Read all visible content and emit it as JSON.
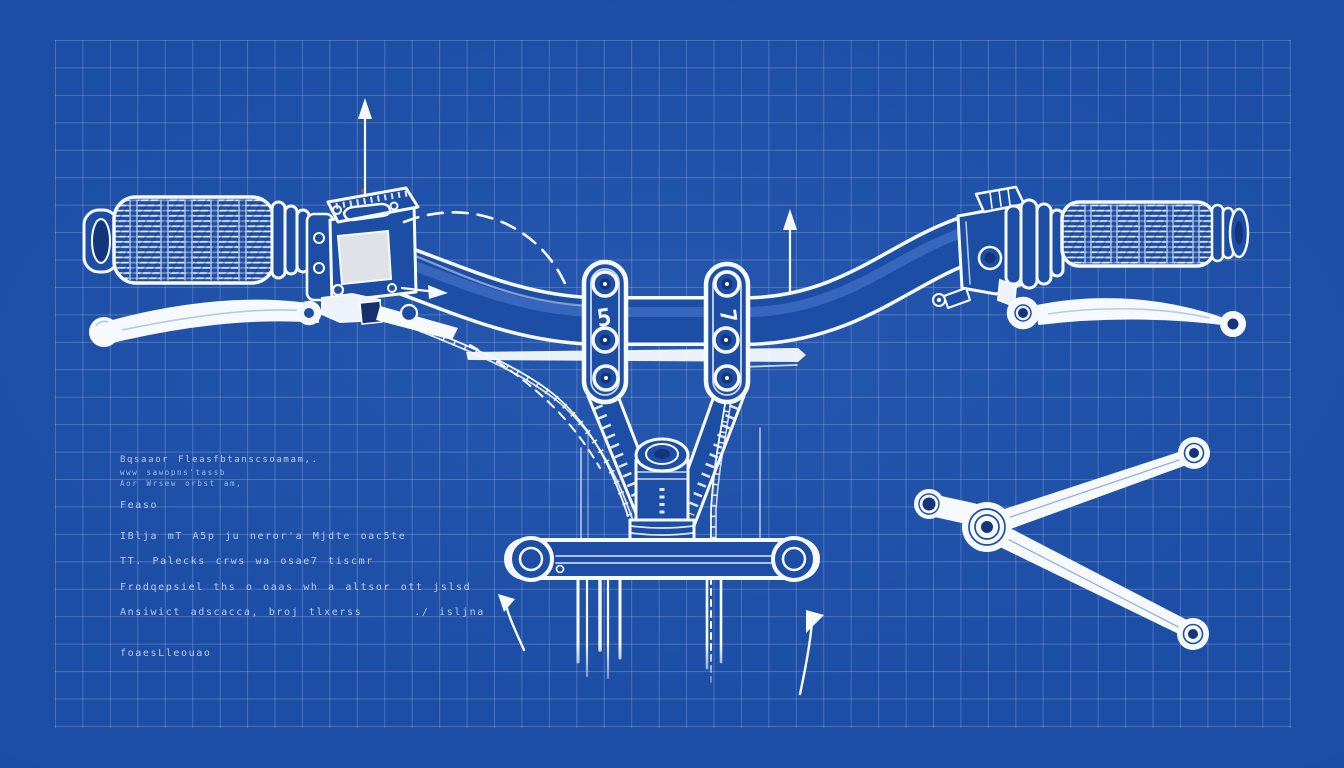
{
  "drawing": {
    "subject": "handlebar-assembly-blueprint",
    "markings": {
      "left_clamp_plate": "5",
      "right_clamp_plate": "7"
    },
    "icons": [
      "up-arrow-icon",
      "up-arrow-icon",
      "right-arrow-icon",
      "rotation-dashed-arc",
      "curved-up-arrow-icon",
      "curved-up-arrow-icon"
    ]
  },
  "annotations": {
    "line1": "Bqsaaor Fleasfbtanscsoamam,.",
    "line2": "www sawopns'tassb",
    "line3": "Aor Wrsew orbst am,",
    "line4": "Feaso",
    "line5": "IBlja mT A5p ju neror'a Mjdte oac5te",
    "line6": "TT. Palecks crws wa osae7 tiscmr",
    "line7": "Frodqepsiel ths o oaas wh a altsor ott jslsd",
    "line8": "Ansiwict adscacca, broj tlxerss",
    "line8b": "./ isljna",
    "line9": "foaesLleouao"
  },
  "colors": {
    "paper_blue": "#1d4ea6",
    "paper_blue_dark": "#123a85",
    "line_white": "#f7fafc",
    "grid_line": "#c7d7f2",
    "reservoir_gray": "#dfe2e6",
    "note_text": "#c9d6ef",
    "cap_mark_red": "#c0453a",
    "hole_navy": "#14347c"
  }
}
